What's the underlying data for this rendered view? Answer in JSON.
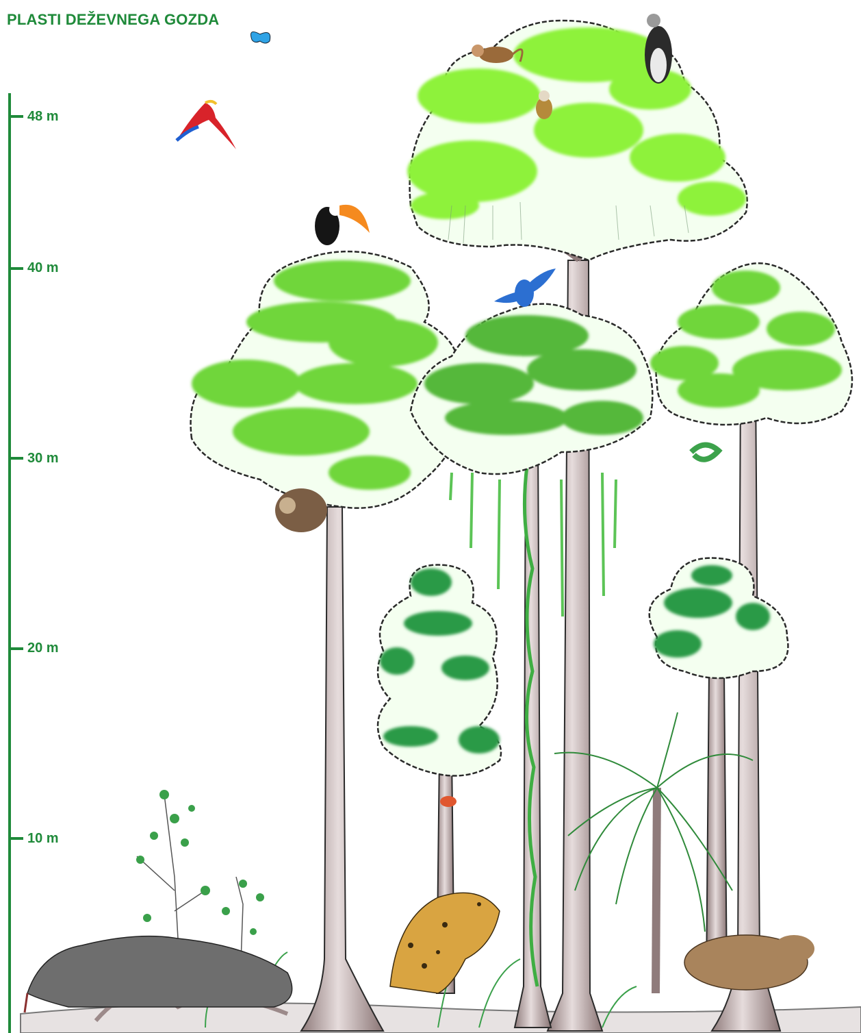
{
  "title": "PLASTI DEŽEVNEGA GOZDA",
  "height_scale": {
    "unit": "m",
    "ticks": [
      {
        "value": 48,
        "label": "48 m"
      },
      {
        "value": 40,
        "label": "40 m"
      },
      {
        "value": 30,
        "label": "30 m"
      },
      {
        "value": 20,
        "label": "20 m"
      },
      {
        "value": 10,
        "label": "10 m"
      }
    ]
  },
  "colors": {
    "accent": "#1f8a3a",
    "canopy_light": "#8ef23a",
    "canopy_mid": "#6fd63a",
    "understory_dark": "#2a9a46",
    "trunk": "#b9a9a9",
    "outline": "#2a2a2a"
  },
  "illustrations": [
    {
      "name": "emergent-tree",
      "layer": "emergent"
    },
    {
      "name": "canopy-tree",
      "layer": "canopy"
    },
    {
      "name": "understory-tree",
      "layer": "understory"
    },
    {
      "name": "palm",
      "layer": "understory"
    },
    {
      "name": "liana-vine",
      "layer": "canopy"
    },
    {
      "name": "shrub",
      "layer": "forest floor"
    },
    {
      "name": "fern",
      "layer": "forest floor"
    },
    {
      "name": "harpy-eagle-icon",
      "layer": "emergent"
    },
    {
      "name": "monkey-icon",
      "layer": "emergent"
    },
    {
      "name": "squirrel-monkey-icon",
      "layer": "emergent"
    },
    {
      "name": "butterfly-icon",
      "layer": "emergent"
    },
    {
      "name": "scarlet-macaw-icon",
      "layer": "emergent"
    },
    {
      "name": "toucan-icon",
      "layer": "canopy"
    },
    {
      "name": "blue-macaw-icon",
      "layer": "canopy"
    },
    {
      "name": "sloth-icon",
      "layer": "canopy"
    },
    {
      "name": "tree-snake-icon",
      "layer": "canopy"
    },
    {
      "name": "tree-frog-icon",
      "layer": "understory"
    },
    {
      "name": "anteater-icon",
      "layer": "forest floor"
    },
    {
      "name": "jaguar-icon",
      "layer": "forest floor"
    },
    {
      "name": "capybara-icon",
      "layer": "forest floor"
    }
  ]
}
